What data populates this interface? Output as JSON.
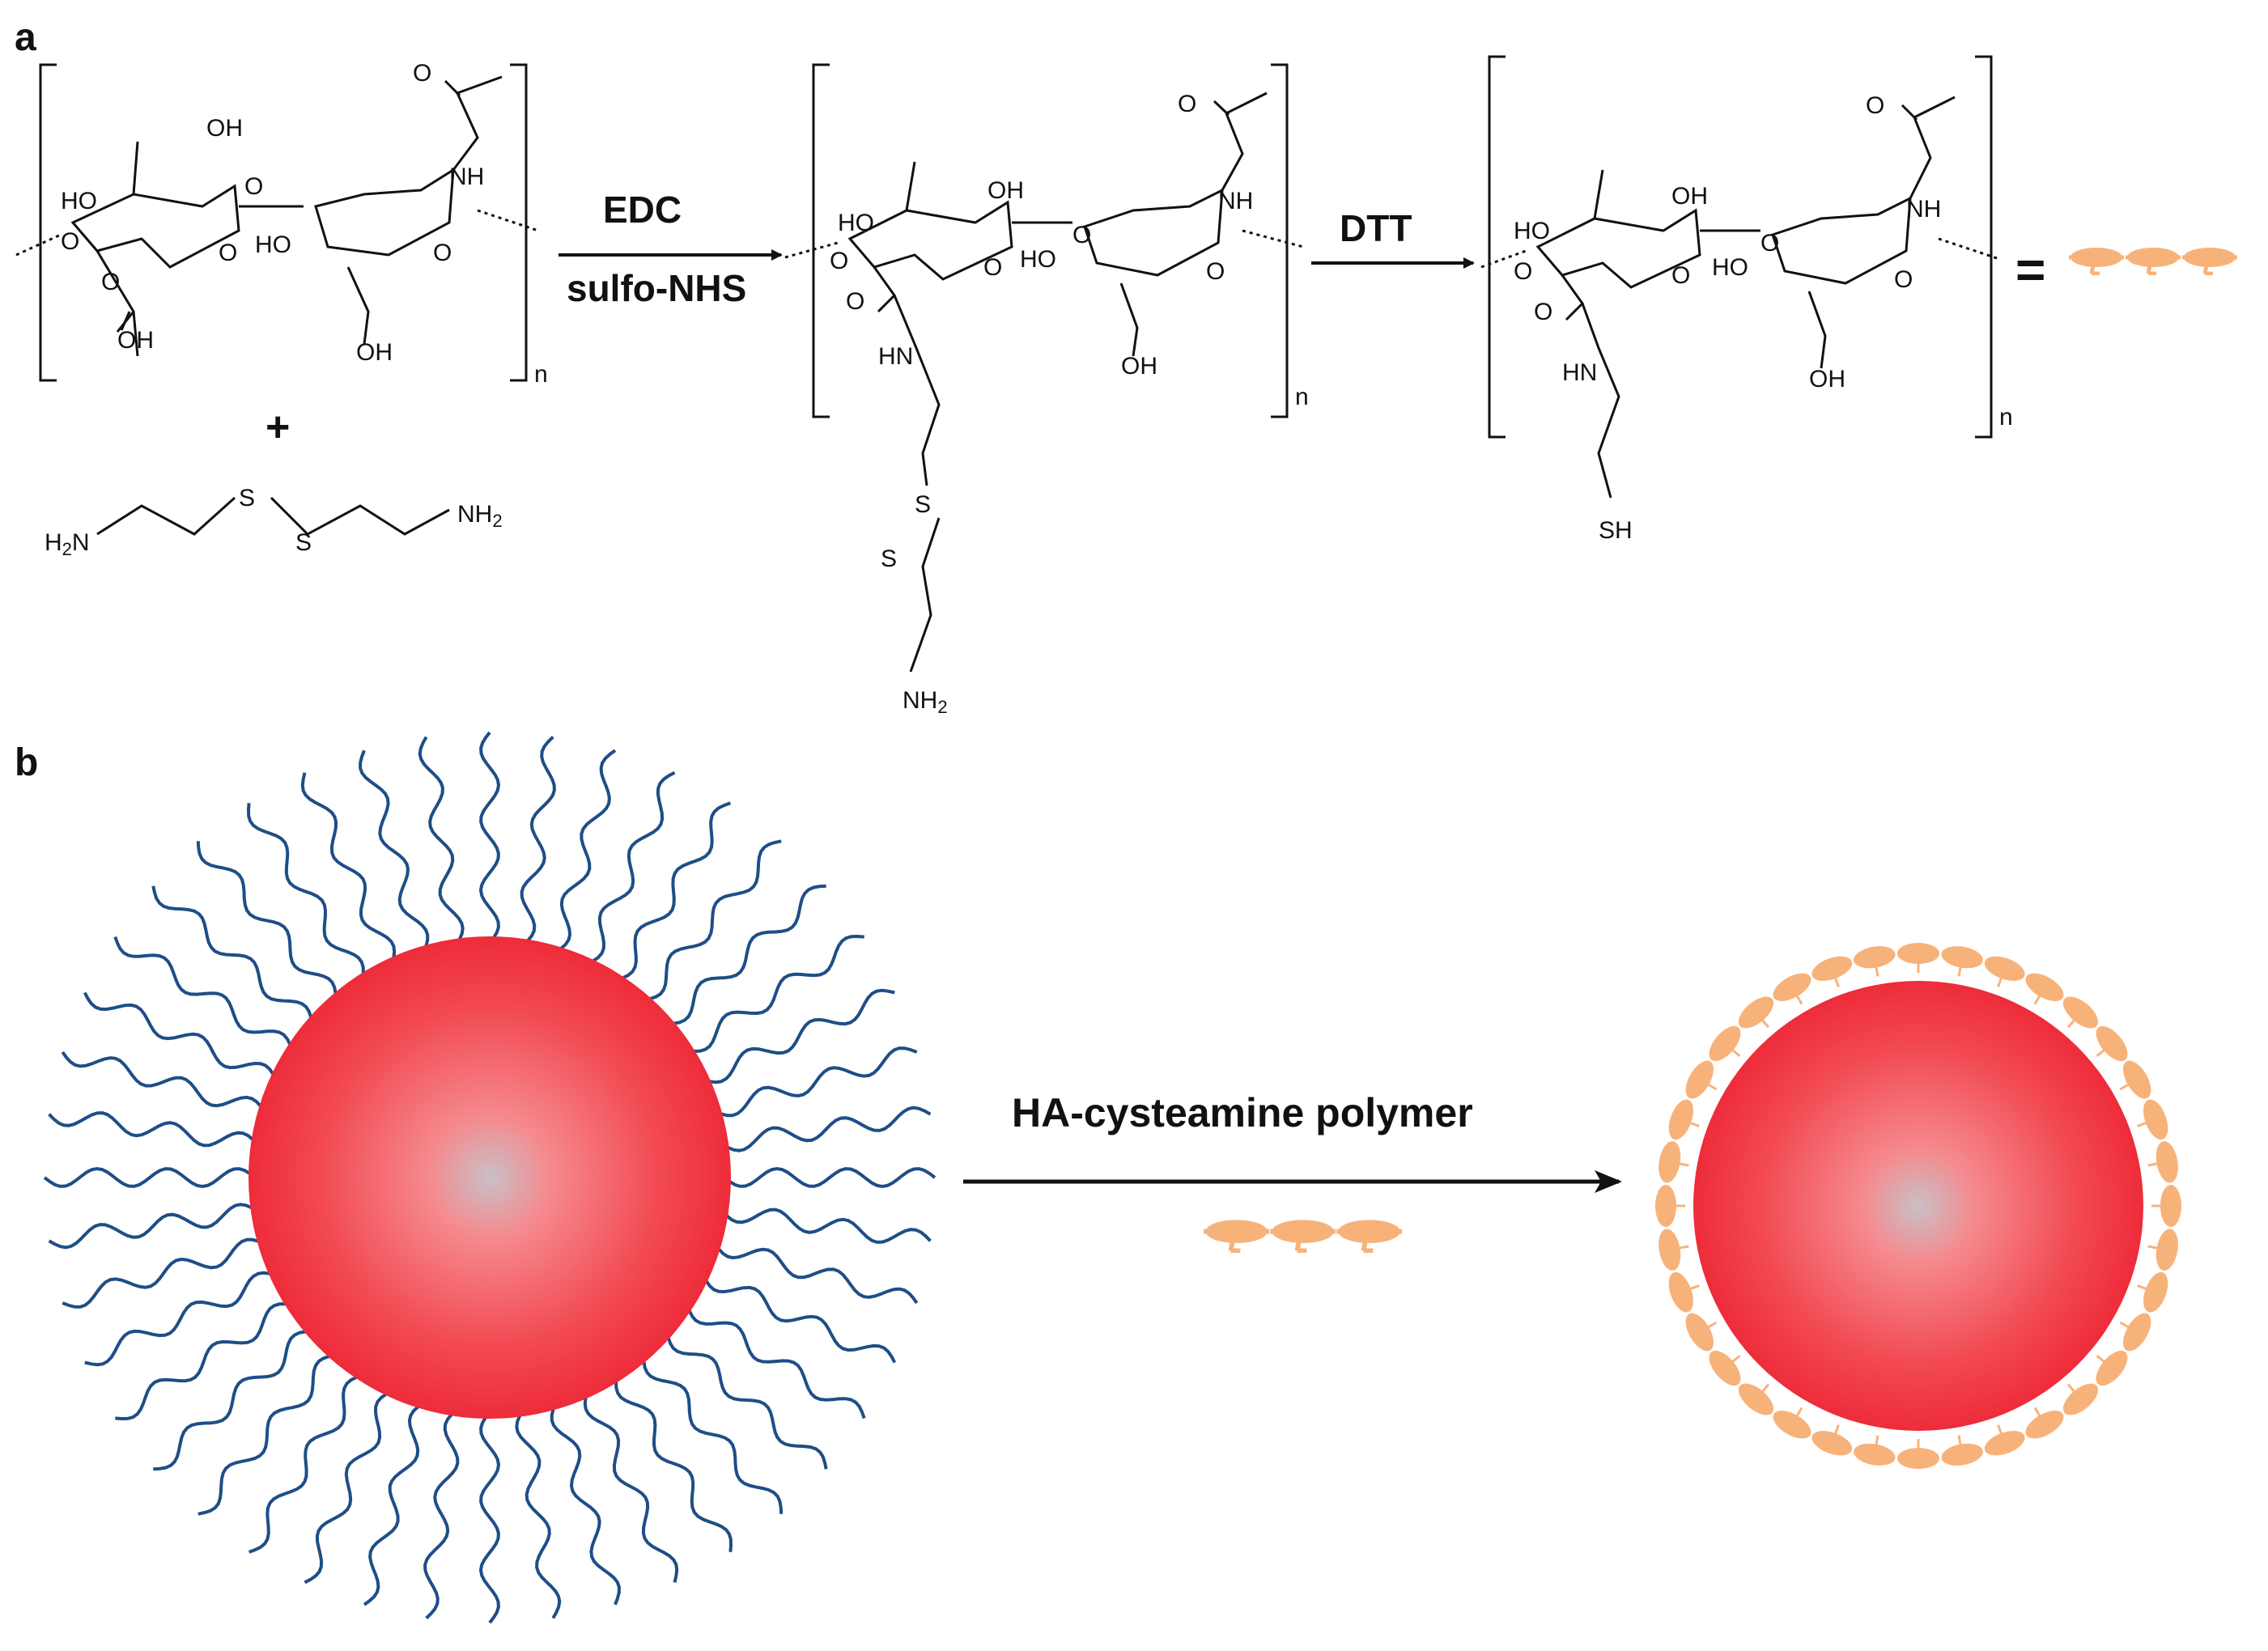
{
  "panel_a": {
    "label": "a",
    "reagents": {
      "step1_top": "EDC",
      "step1_bottom": "sulfo-NHS",
      "step2": "DTT"
    },
    "plus": "+",
    "equals": "=",
    "repeat_unit": "n",
    "crosslinker": {
      "left": "H2N",
      "right": "NH2",
      "s1": "S",
      "s2": "S"
    },
    "atoms": {
      "oh": "OH",
      "ho": "HO",
      "o": "O",
      "nh": "NH",
      "hn": "HN",
      "sh": "SH",
      "nh2": "NH2"
    }
  },
  "panel_b": {
    "label": "b",
    "arrow_label": "HA-cysteamine polymer"
  },
  "colors": {
    "nanoparticle": "#f03a44",
    "nanoparticle_center": "#c8c0c6",
    "ligand": "#1e4e86",
    "ha_polymer": "#f7b27a",
    "ink": "#111111"
  }
}
